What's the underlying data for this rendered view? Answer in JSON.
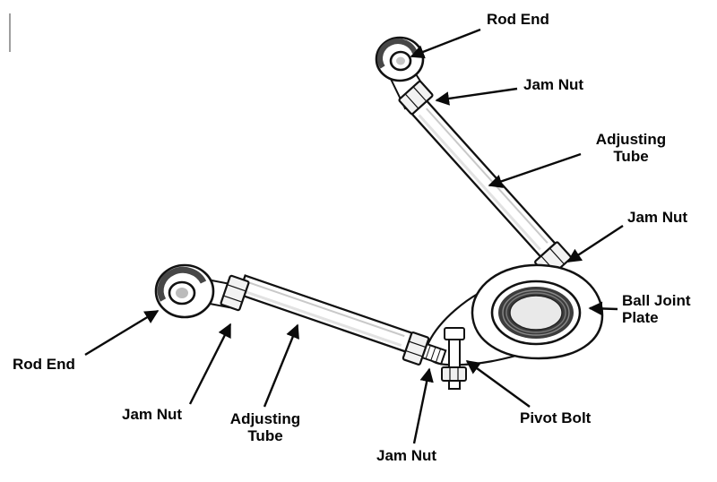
{
  "diagram": {
    "background_color": "#ffffff",
    "ink_color": "#0a0a0a",
    "labels": {
      "rod_end_top": "Rod End",
      "jam_nut_top": "Jam Nut",
      "adjusting_tube_upper": "Adjusting Tube",
      "jam_nut_right": "Jam Nut",
      "ball_joint_plate": "Ball Joint Plate",
      "rod_end_left": "Rod End",
      "jam_nut_left": "Jam Nut",
      "adjusting_tube_lower": "Adjusting Tube",
      "jam_nut_lower": "Jam Nut",
      "pivot_bolt": "Pivot Bolt"
    }
  }
}
